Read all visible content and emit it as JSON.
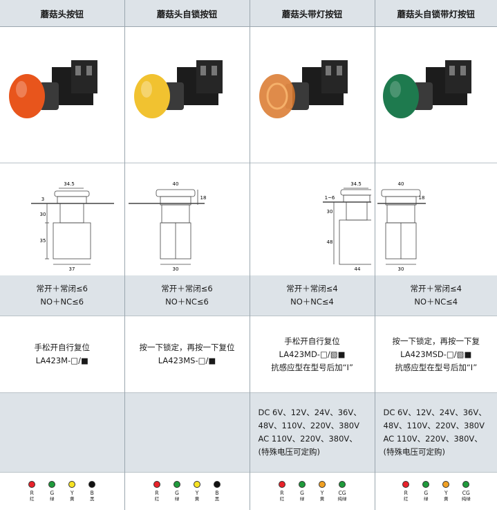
{
  "headers": [
    "蘑菇头按钮",
    "蘑菇头自锁按钮",
    "蘑菇头带灯按钮",
    "蘑菇头自锁带灯按钮"
  ],
  "photo_colors": [
    "#e8551c",
    "#f1c230",
    "#d9772a",
    "#1e7a4e"
  ],
  "drawings": {
    "a": {
      "w": "34.5",
      "h1": "3",
      "h2": "30",
      "h3": "35",
      "bw": "37"
    },
    "b": {
      "w": "40",
      "h": "18",
      "bw": "30"
    },
    "c": {
      "w": "34.5",
      "h1": "1~6",
      "h2": "30",
      "h3": "48",
      "bw": "44"
    },
    "d": {
      "w": "40",
      "h": "18",
      "bw": "30"
    }
  },
  "contacts": [
    {
      "cn": "常开＋常闭≤6",
      "en": "NO＋NC≤6"
    },
    {
      "cn": "常开＋常闭≤6",
      "en": "NO＋NC≤6"
    },
    {
      "cn": "常开＋常闭≤4",
      "en": "NO＋NC≤4"
    },
    {
      "cn": "常开＋常闭≤4",
      "en": "NO＋NC≤4"
    }
  ],
  "functions": [
    {
      "desc": "手松开自行复位",
      "model": "LA423M-□/■",
      "note": ""
    },
    {
      "desc": "按一下锁定，再按一下复位",
      "model": "LA423MS-□/■",
      "note": ""
    },
    {
      "desc": "手松开自行复位",
      "model": "LA423MD-□/▧■",
      "note": "抗感应型在型号后加“I”"
    },
    {
      "desc": "按一下锁定，再按一下复",
      "model": "LA423MSD-□/▧■",
      "note": "抗感应型在型号后加“I”"
    }
  ],
  "voltage": {
    "l1": "DC  6V、12V、24V、36V、",
    "l2": "48V、110V、220V、380V",
    "l3": "AC  110V、220V、380V、",
    "l4": "(特殊电压可定购)"
  },
  "colors_std": [
    {
      "code": "R",
      "name": "红",
      "hex": "#e8222a"
    },
    {
      "code": "G",
      "name": "绿",
      "hex": "#1f9a3b"
    },
    {
      "code": "Y",
      "name": "黄",
      "hex": "#f7e324"
    },
    {
      "code": "B",
      "name": "黑",
      "hex": "#111111"
    }
  ],
  "colors_lamp": [
    {
      "code": "R",
      "name": "红",
      "hex": "#e8222a"
    },
    {
      "code": "G",
      "name": "绿",
      "hex": "#1f9a3b"
    },
    {
      "code": "Y",
      "name": "黄",
      "hex": "#f0a024"
    },
    {
      "code": "CG",
      "name": "纯绿",
      "hex": "#1f9a3b"
    }
  ]
}
